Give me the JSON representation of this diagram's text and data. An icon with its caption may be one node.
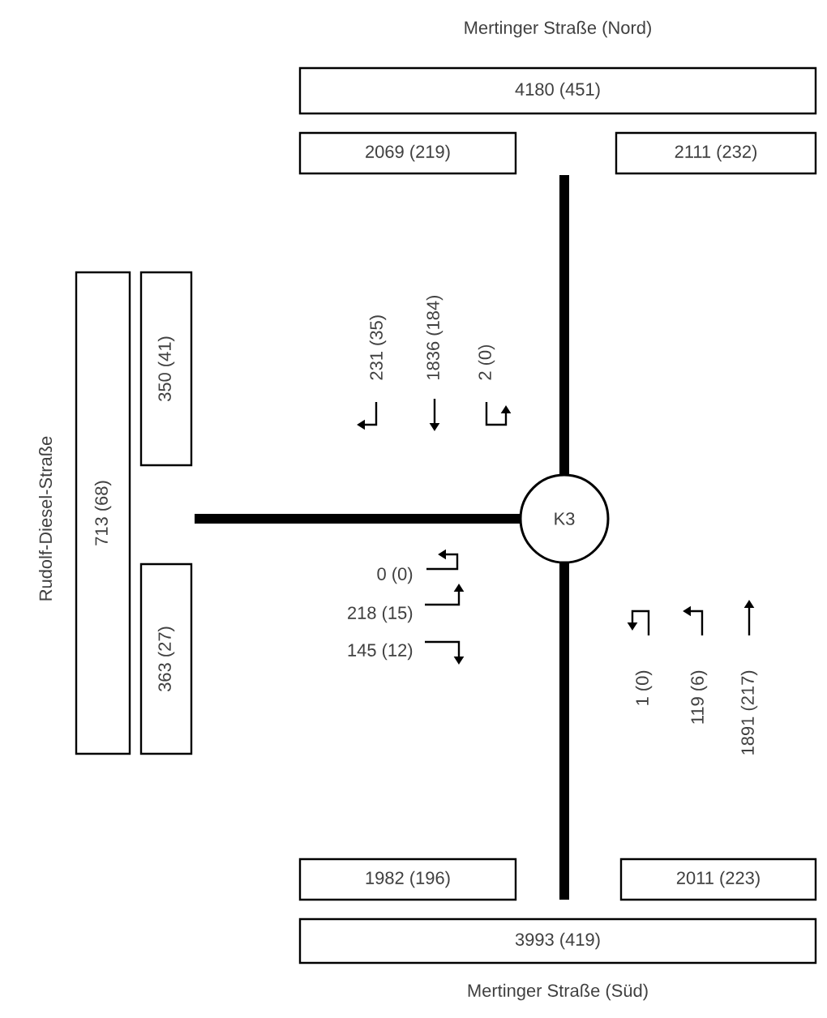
{
  "diagram": {
    "nodes": [
      {
        "text": [
          "4180 (451)"
        ]
      },
      {
        "text": [
          "2069 (219)"
        ]
      },
      {
        "text": [
          "2111 (232)"
        ]
      },
      {
        "text": [
          "713 (68)"
        ]
      },
      {
        "text": [
          "350 (41)"
        ]
      },
      {
        "text": [
          "363 (27)"
        ]
      },
      {
        "text": [
          "K3"
        ]
      },
      {
        "text": [
          "1982 (196)"
        ]
      },
      {
        "text": [
          "2011 (223)"
        ]
      },
      {
        "text": [
          "3993 (419)"
        ]
      }
    ],
    "labels": [
      "Mertinger Straße (Nord)",
      "Rudolf-Diesel-Straße",
      "231 (35)",
      "1836 (184)",
      "2 (0)",
      "0 (0)",
      "218 (15)",
      "145 (12)",
      "1 (0)",
      "119 (6)",
      "1891 (217)",
      "Mertinger Straße (Süd)"
    ]
  }
}
